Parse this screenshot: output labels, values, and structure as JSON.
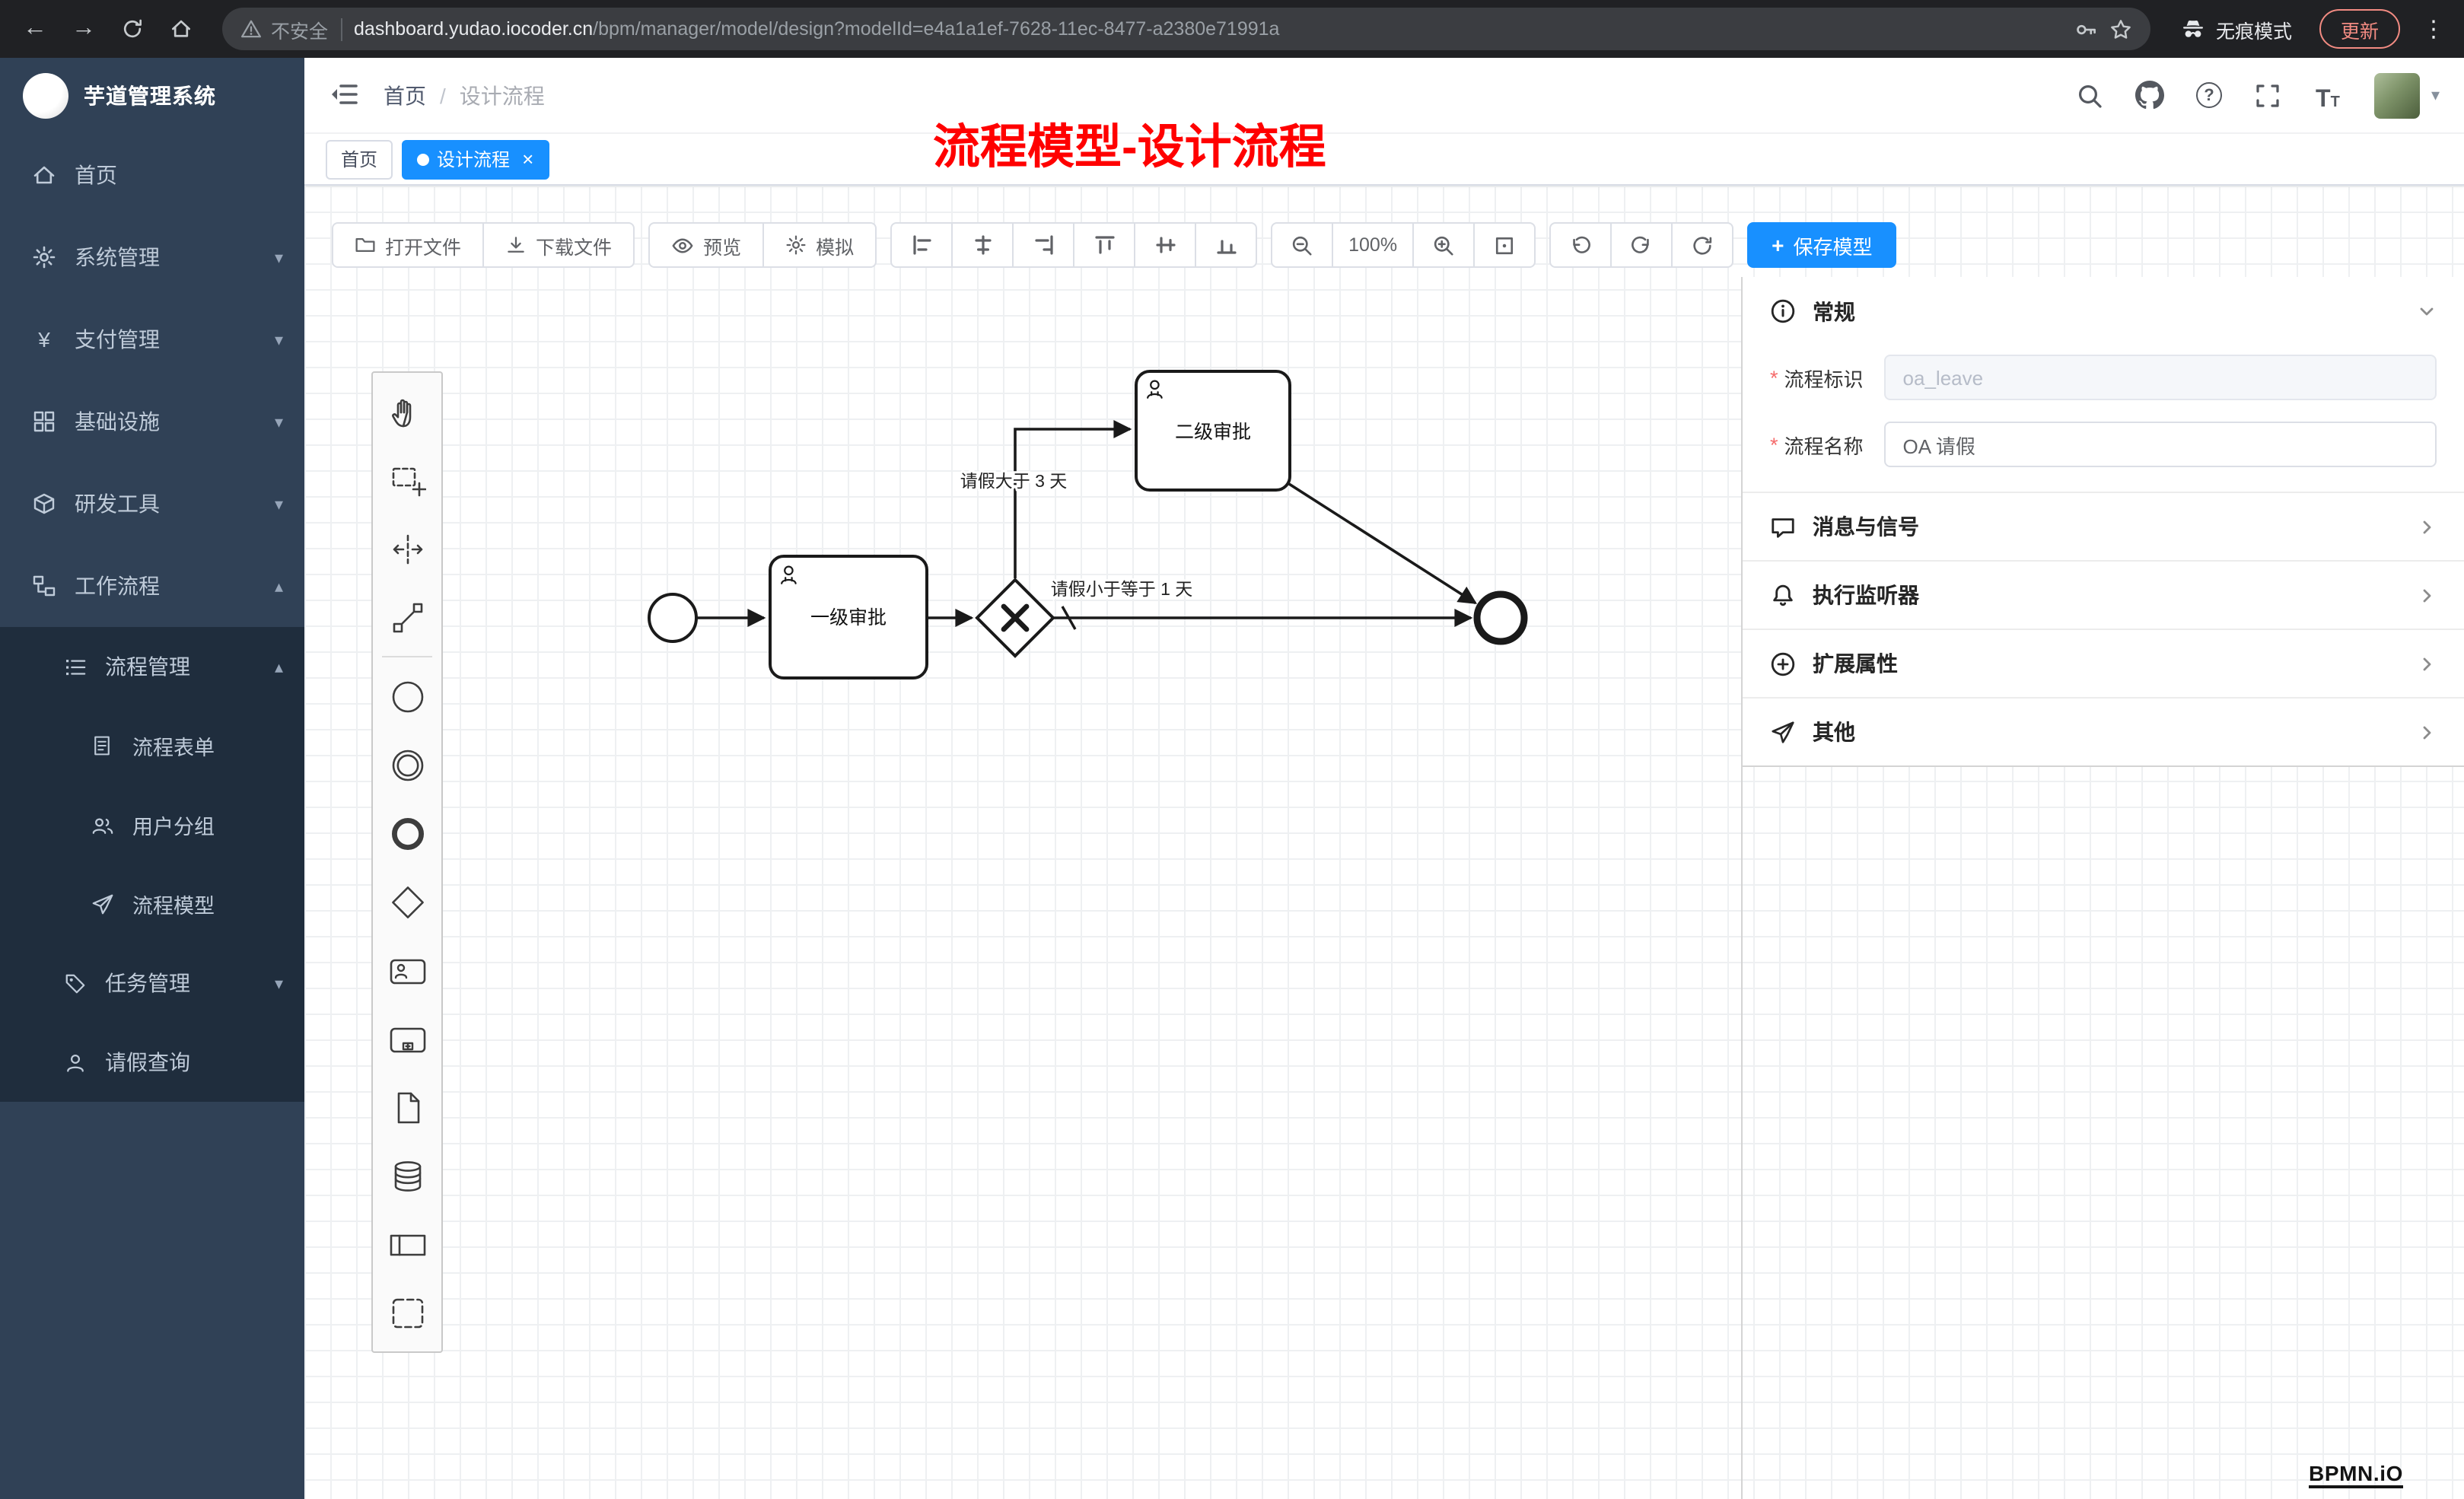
{
  "browser": {
    "security_label": "不安全",
    "url_host": "dashboard.yudao.iocoder.cn",
    "url_path": "/bpm/manager/model/design?modelId=e4a1a1ef-7628-11ec-8477-a2380e71991a",
    "incognito_label": "无痕模式",
    "update_button": "更新"
  },
  "icons": {
    "back": "←",
    "forward": "→",
    "kebab": "⋮",
    "caret_down": "▾",
    "caret_up": "▴",
    "pay": "¥",
    "help": "?",
    "font_large": "T",
    "font_small": "T",
    "plus": "+",
    "close": "×"
  },
  "sidebar": {
    "logo_title": "芋道管理系统",
    "items": [
      {
        "label": "首页"
      },
      {
        "label": "系统管理"
      },
      {
        "label": "支付管理"
      },
      {
        "label": "基础设施"
      },
      {
        "label": "研发工具"
      },
      {
        "label": "工作流程"
      }
    ],
    "submenu": {
      "process_mgmt": "流程管理",
      "process_form": "流程表单",
      "user_group": "用户分组",
      "process_model": "流程模型",
      "task_mgmt": "任务管理",
      "leave_query": "请假查询"
    }
  },
  "header": {
    "breadcrumb_home": "首页",
    "breadcrumb_separator": "/",
    "breadcrumb_current": "设计流程"
  },
  "annotation": "流程模型-设计流程",
  "tabs": {
    "home": "首页",
    "design": "设计流程"
  },
  "toolbar": {
    "open_file": "打开文件",
    "download_file": "下载文件",
    "preview": "预览",
    "simulate": "模拟",
    "zoom_level": "100%",
    "save_model": "保存模型"
  },
  "diagram": {
    "task_first": "一级审批",
    "task_second": "二级审批",
    "flow_condition_gt": "请假大于 3 天",
    "flow_condition_lte": "请假小于等于 1 天"
  },
  "panel": {
    "required_marker": "*",
    "section_general": "常规",
    "field_process_key_label": "流程标识",
    "field_process_key_value": "oa_leave",
    "field_process_name_label": "流程名称",
    "field_process_name_value": "OA 请假",
    "section_message_signal": "消息与信号",
    "section_execution_listener": "执行监听器",
    "section_extension_attrs": "扩展属性",
    "section_other": "其他"
  },
  "watermark": "BPMN.iO",
  "colors": {
    "accent_blue": "#1890ff",
    "annotation_red": "#ff0000",
    "sidebar_bg": "#304156",
    "sidebar_submenu_bg": "#1f2d3d"
  }
}
